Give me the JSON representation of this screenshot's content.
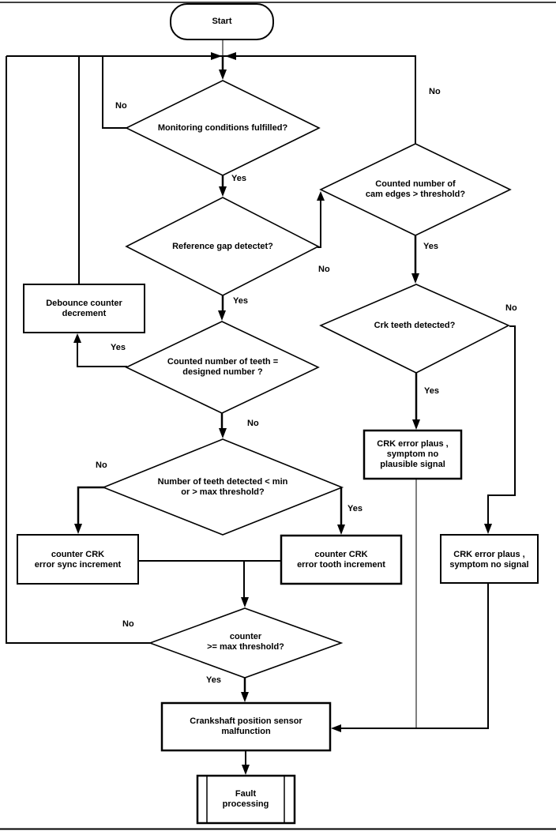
{
  "diagram_type": "flowchart",
  "colors": {
    "line": "#000000",
    "background": "#ffffff",
    "text": "#000000"
  },
  "nodes": {
    "start": {
      "shape": "terminator",
      "lines": [
        "Start"
      ]
    },
    "monitoring": {
      "shape": "decision",
      "lines": [
        "Monitoring conditions fulfilled?"
      ]
    },
    "reference_gap": {
      "shape": "decision",
      "lines": [
        "Reference gap detectet?"
      ]
    },
    "debounce": {
      "shape": "process",
      "lines": [
        "Debounce counter",
        "decrement"
      ]
    },
    "counted_teeth": {
      "shape": "decision",
      "lines": [
        "Counted number of teeth =",
        "designed number ?"
      ]
    },
    "teeth_minmax": {
      "shape": "decision",
      "lines": [
        "Number of teeth detected < min",
        "or > max threshold?"
      ]
    },
    "counter_sync": {
      "shape": "process",
      "lines": [
        "counter CRK",
        "error sync increment"
      ]
    },
    "counter_tooth": {
      "shape": "process",
      "lines": [
        "counter CRK",
        "error tooth increment"
      ]
    },
    "counter_threshold": {
      "shape": "decision",
      "lines": [
        "counter",
        ">= max threshold?"
      ]
    },
    "malfunction": {
      "shape": "process",
      "lines": [
        "Crankshaft position sensor",
        "malfunction"
      ]
    },
    "fault_processing": {
      "shape": "predefined-process",
      "lines": [
        "Fault",
        "processing"
      ]
    },
    "cam_edges": {
      "shape": "decision",
      "lines": [
        "Counted number of",
        "cam edges > threshold?"
      ]
    },
    "crk_teeth": {
      "shape": "decision",
      "lines": [
        "Crk teeth detected?"
      ]
    },
    "crk_error_plausible": {
      "shape": "process",
      "lines": [
        "CRK error plaus ,",
        "symptom no",
        "plausible signal"
      ]
    },
    "crk_error_nosignal": {
      "shape": "process",
      "lines": [
        "CRK error plaus ,",
        "symptom no signal"
      ]
    }
  },
  "edge_labels": {
    "monitoring_no": "No",
    "monitoring_yes": "Yes",
    "reference_yes": "Yes",
    "reference_no": "No",
    "counted_yes": "Yes",
    "counted_no": "No",
    "minmax_no": "No",
    "minmax_yes": "Yes",
    "threshold_no": "No",
    "threshold_yes": "Yes",
    "cam_no": "No",
    "cam_yes": "Yes",
    "crk_yes": "Yes",
    "crk_no": "No"
  }
}
